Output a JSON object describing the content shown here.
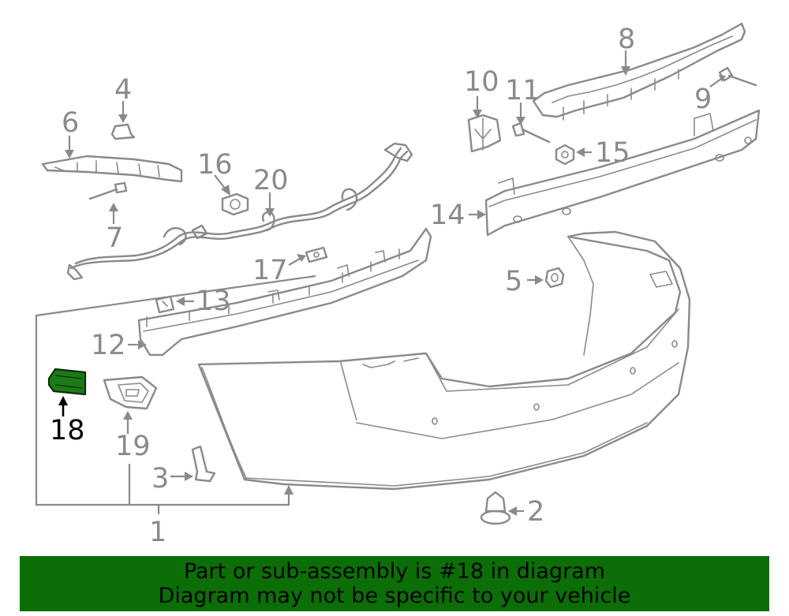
{
  "callouts": {
    "c1": "1",
    "c2": "2",
    "c3": "3",
    "c4": "4",
    "c5": "5",
    "c6": "6",
    "c7": "7",
    "c8": "8",
    "c9": "9",
    "c10": "10",
    "c11": "11",
    "c12": "12",
    "c13": "13",
    "c14": "14",
    "c15": "15",
    "c16": "16",
    "c17": "17",
    "c18": "18",
    "c19": "19",
    "c20": "20"
  },
  "highlighted_part": "18",
  "banner": {
    "line1": "Part or sub-assembly is #18 in diagram",
    "line2": "Diagram may not be specific to your vehicle"
  },
  "colors": {
    "line_art": "#8a8a8a",
    "highlight_part": "#1d7a16",
    "banner_background": "#0b6e06",
    "banner_text": "#000000"
  }
}
